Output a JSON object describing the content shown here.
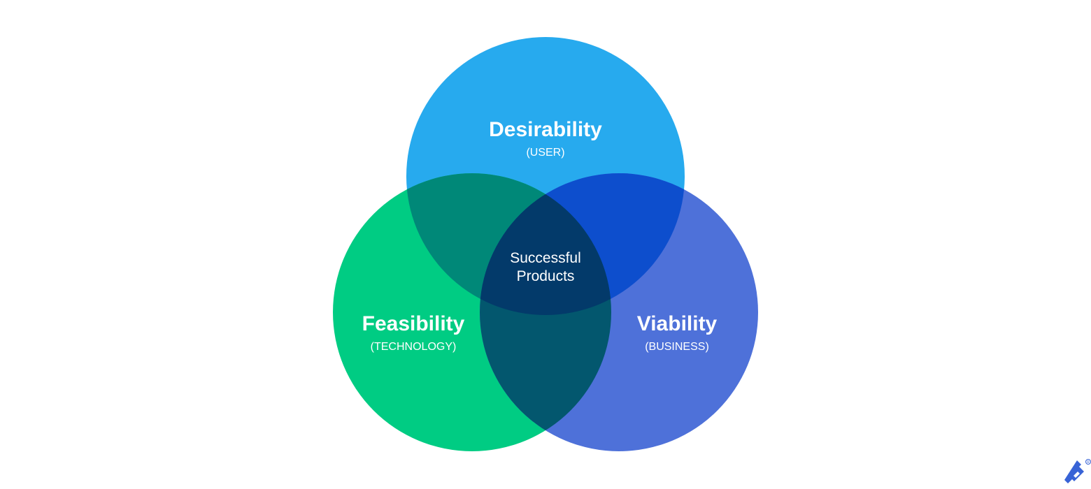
{
  "diagram": {
    "type": "venn",
    "sets": [
      {
        "id": "desirability",
        "title": "Desirability",
        "subtitle": "(USER)",
        "color": "#27AAEE"
      },
      {
        "id": "feasibility",
        "title": "Feasibility",
        "subtitle": "(TECHNOLOGY)",
        "color": "#00CC83"
      },
      {
        "id": "viability",
        "title": "Viability",
        "subtitle": "(BUSINESS)",
        "color": "#4E71D9"
      }
    ],
    "overlaps": {
      "desirability_feasibility": "#008878",
      "desirability_viability": "#0D4ECD",
      "feasibility_viability": "#03576E",
      "all": "#033A6A"
    },
    "center_label": {
      "line1": "Successful",
      "line2": "Products"
    }
  },
  "logo": {
    "name": "toptal-logo",
    "color": "#3863D6"
  }
}
